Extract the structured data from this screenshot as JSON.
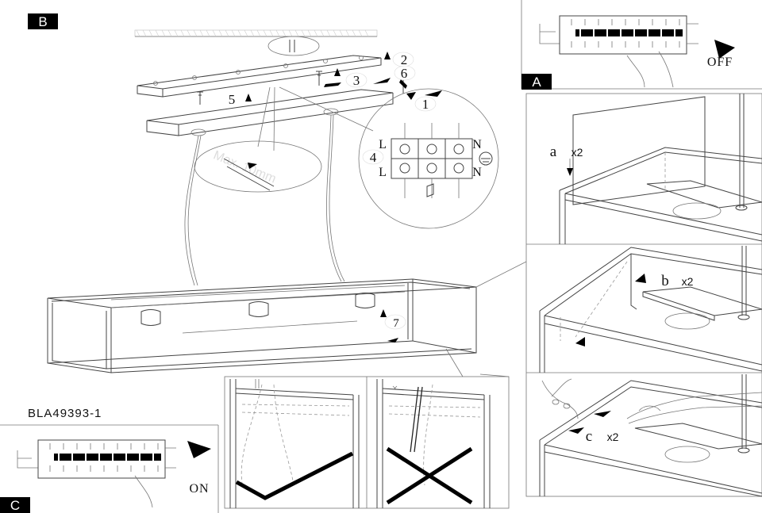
{
  "panels": {
    "b_tag": "B",
    "a_tag": "A",
    "c_tag": "C"
  },
  "product_code": "BLA49393-1",
  "power": {
    "off_label": "OFF",
    "on_label": "ON"
  },
  "steps": {
    "s1": "1",
    "s2": "2",
    "s3": "3",
    "s4": "4",
    "s5": "5",
    "s6": "6",
    "s7": "7"
  },
  "wiring": {
    "l_top": "L",
    "l_bottom": "L",
    "n_top": "N",
    "n_bottom": "N"
  },
  "detail_steps": {
    "a_letter": "a",
    "a_count": "x2",
    "b_letter": "b",
    "b_count": "x2",
    "c_letter": "c",
    "c_count": "x2"
  }
}
